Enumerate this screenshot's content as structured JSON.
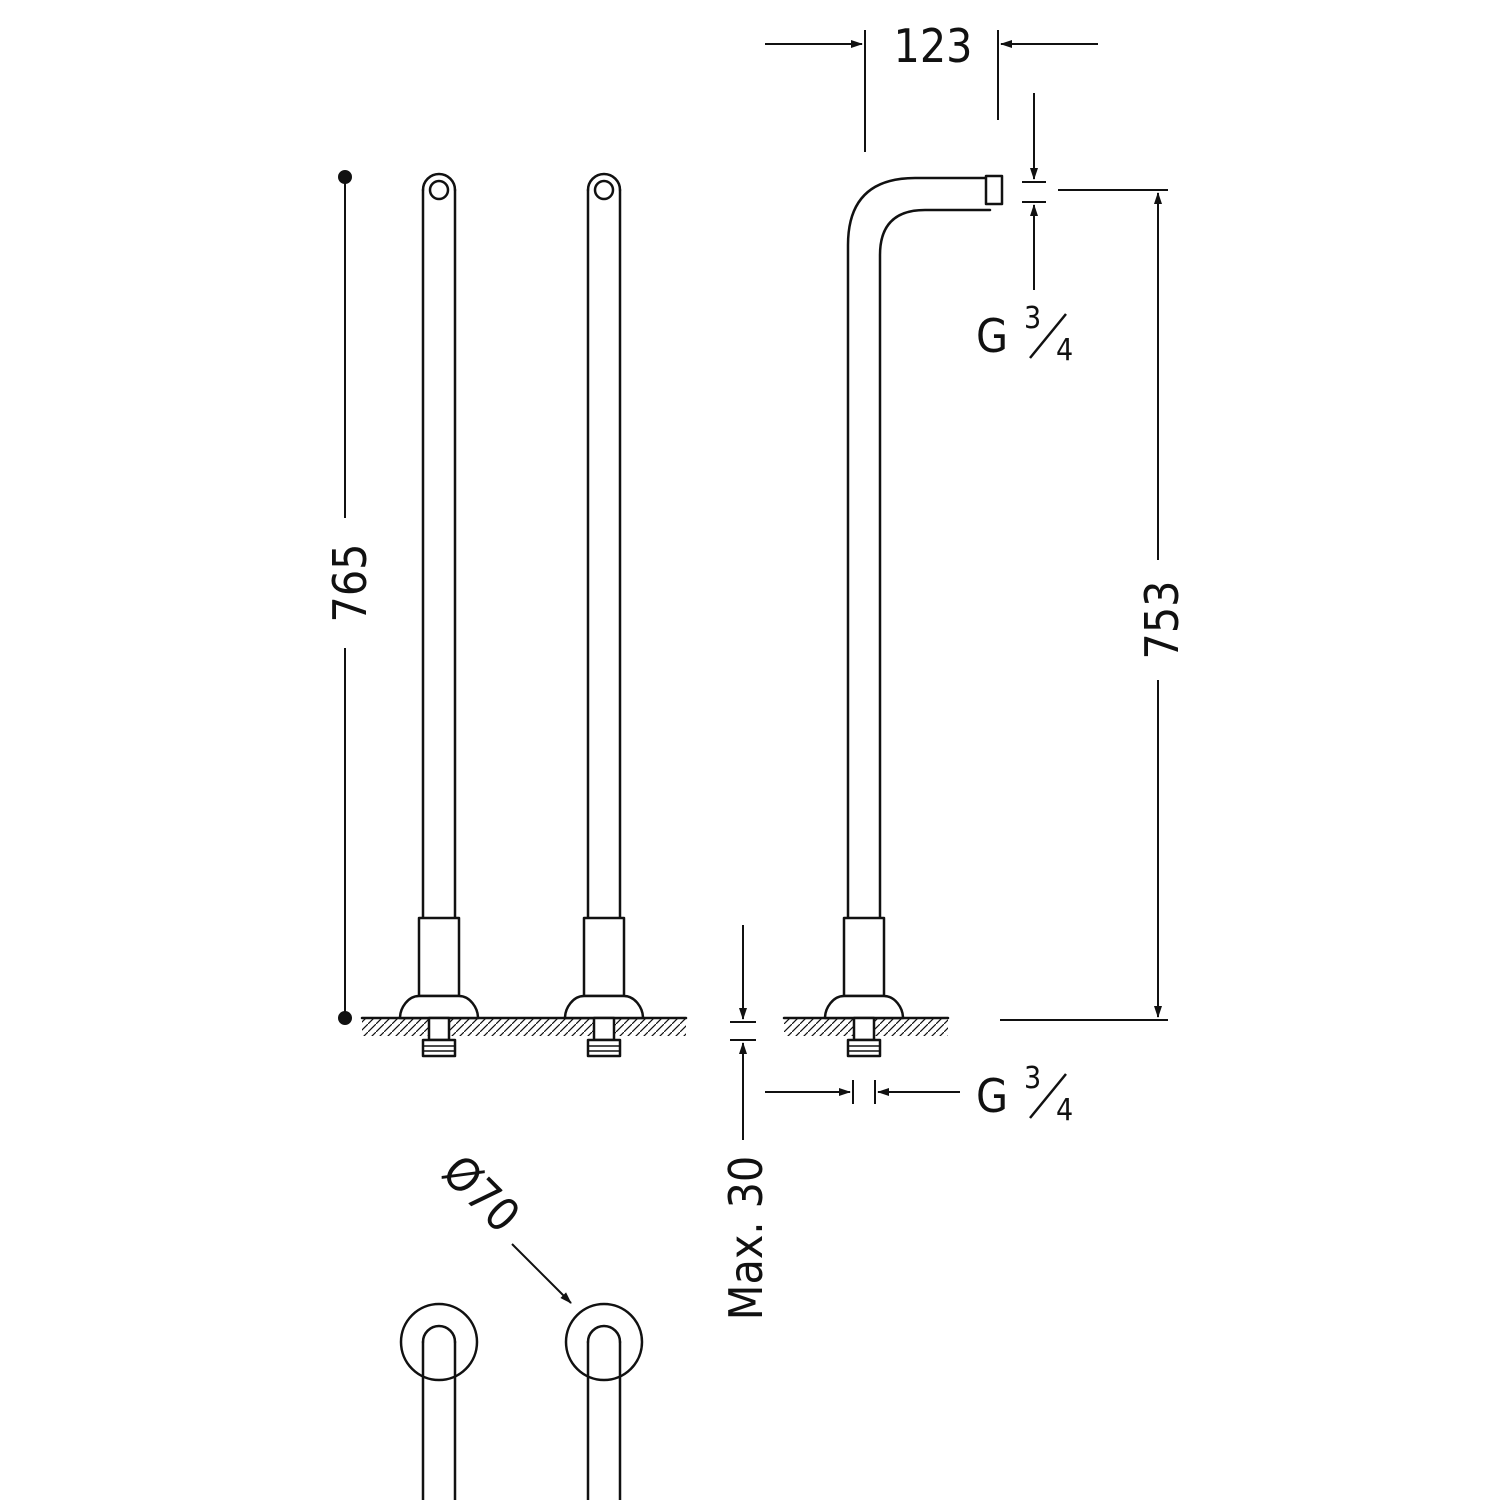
{
  "drawing": {
    "colors": {
      "line": "#111111",
      "background": "#ffffff"
    },
    "dimensions": {
      "total_height": "765",
      "spout_height": "753",
      "spout_projection": "123",
      "outlet_thread": {
        "letter": "G",
        "num": "3",
        "den": "4"
      },
      "inlet_thread": {
        "letter": "G",
        "num": "3",
        "den": "4"
      },
      "max_deck_thickness": "Max. 30",
      "flange_diameter": "Ø70"
    }
  }
}
